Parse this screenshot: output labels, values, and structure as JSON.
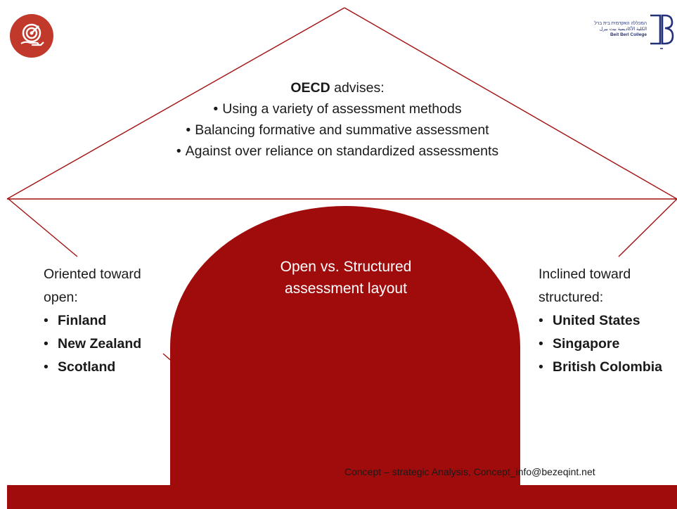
{
  "logos": {
    "left_icon": "target-in-hand-icon",
    "right_text_hebrew": "המכללה האקדמית בית ברל",
    "right_text_arabic": "الكلية الأكاديمية بيت بيرل",
    "right_text_english": "Beit Berl College"
  },
  "oecd": {
    "title_bold": "OECD",
    "title_rest": " advises:",
    "bullets": [
      "Using a variety of assessment methods",
      "Balancing formative and summative assessment",
      "Against over reliance on standardized assessments"
    ]
  },
  "center": {
    "line1": "Open vs. Structured",
    "line2": "assessment layout"
  },
  "left_side": {
    "heading_line1": "Oriented toward",
    "heading_line2": "open:",
    "items": [
      "Finland",
      "New Zealand",
      "Scotland"
    ]
  },
  "right_side": {
    "heading_line1": "Inclined toward",
    "heading_line2": "structured:",
    "items": [
      "United States",
      "Singapore",
      "British Colombia"
    ]
  },
  "footer": {
    "note": "Concept – strategic Analysis,  Concept_info@bezeqint.net"
  },
  "colors": {
    "accent": "#a00c0c",
    "line": "#a11010",
    "logo_red": "#c0392b",
    "logo_blue": "#23307a"
  }
}
